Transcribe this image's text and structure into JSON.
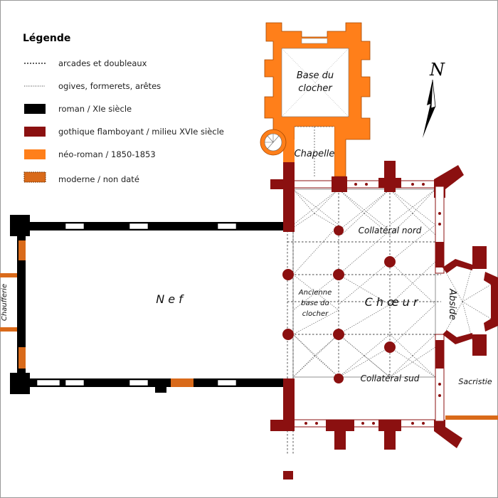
{
  "legend": {
    "title": "Légende",
    "items": [
      {
        "label": "arcades et doubleaux",
        "kind": "line",
        "dash": "coarse"
      },
      {
        "label": "ogives, formerets, arêtes",
        "kind": "line",
        "dash": "fine"
      },
      {
        "label": "roman / XIe siècle",
        "kind": "swatch",
        "color": "#000000"
      },
      {
        "label": "gothique flamboyant / milieu XVIe siècle",
        "kind": "swatch",
        "color": "#8b1010"
      },
      {
        "label": "néo-roman / 1850-1853",
        "kind": "swatch",
        "color": "#ff7f1a"
      },
      {
        "label": "moderne / non daté",
        "kind": "swatch",
        "color": "#d96a1a"
      }
    ]
  },
  "north_letter": "N",
  "rooms": {
    "base_clocher": [
      "Base du",
      "clocher"
    ],
    "chapelle": "Chapelle",
    "nef": "N e f",
    "chaufferie": "Chaufferie",
    "collateral_nord": "Collatéral nord",
    "ancienne_base": [
      "Ancienne",
      "base du",
      "clocher"
    ],
    "choeur": "C h œ u r",
    "abside": "Abside",
    "collateral_sud": "Collatéral sud",
    "sacristie": "Sacristie"
  },
  "colors": {
    "roman": "#000000",
    "gothique": "#8b1010",
    "neo_roman": "#ff7f1a",
    "moderne": "#d96a1a",
    "window": "#ffffff",
    "vault_line": "#666666"
  }
}
